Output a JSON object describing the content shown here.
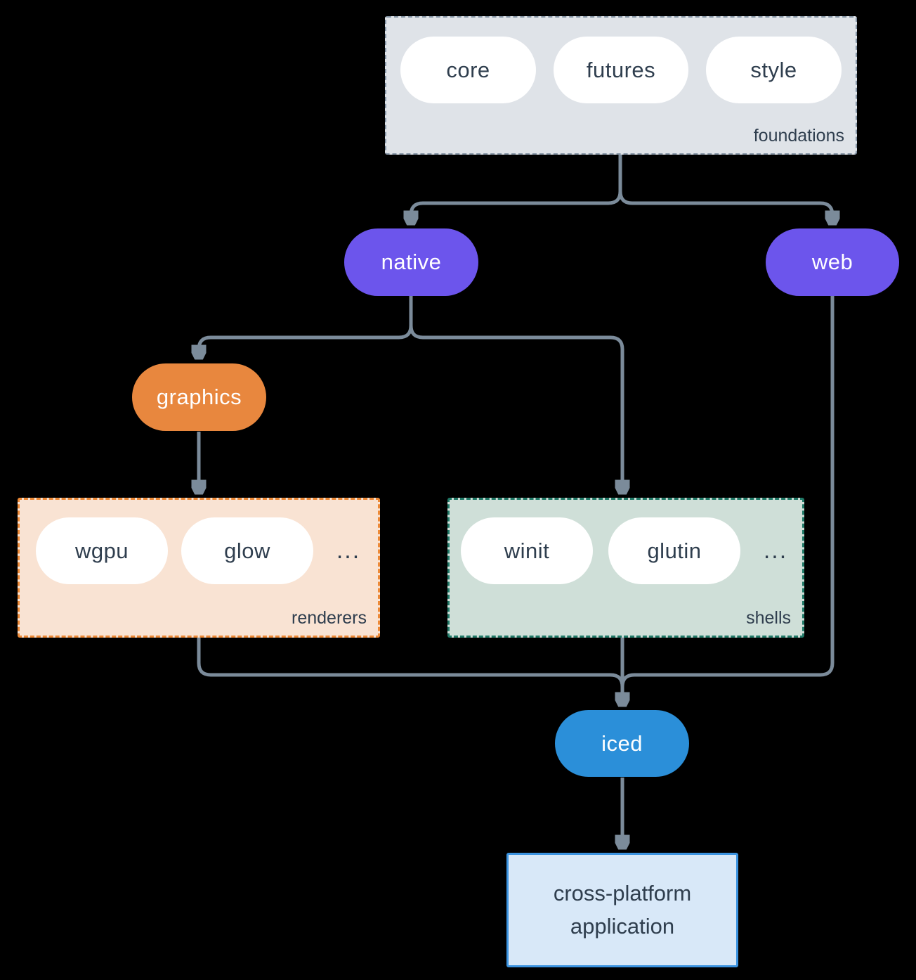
{
  "colors": {
    "background": "#000000",
    "connector": "#7b8b9a",
    "pill-text-dark": "#2f3e4e",
    "white": "#ffffff",
    "purple": "#6c55ec",
    "orange": "#e8873e",
    "blue": "#2b8fd9",
    "foundations-fill": "#dfe3e8",
    "foundations-border": "#8494a5",
    "renderers-fill": "#f9e3d3",
    "renderers-border": "#ed8936",
    "shells-fill": "#cfdfd8",
    "shells-border": "#217a68",
    "app-fill": "#d8e8f8",
    "app-border": "#3b93e0"
  },
  "foundations": {
    "label": "foundations",
    "items": [
      "core",
      "futures",
      "style"
    ]
  },
  "nodes": {
    "native": "native",
    "web": "web",
    "graphics": "graphics",
    "iced": "iced"
  },
  "renderers": {
    "label": "renderers",
    "items": [
      "wgpu",
      "glow"
    ],
    "ellipsis": "..."
  },
  "shells": {
    "label": "shells",
    "items": [
      "winit",
      "glutin"
    ],
    "ellipsis": "..."
  },
  "application": {
    "line1": "cross-platform",
    "line2": "application"
  }
}
